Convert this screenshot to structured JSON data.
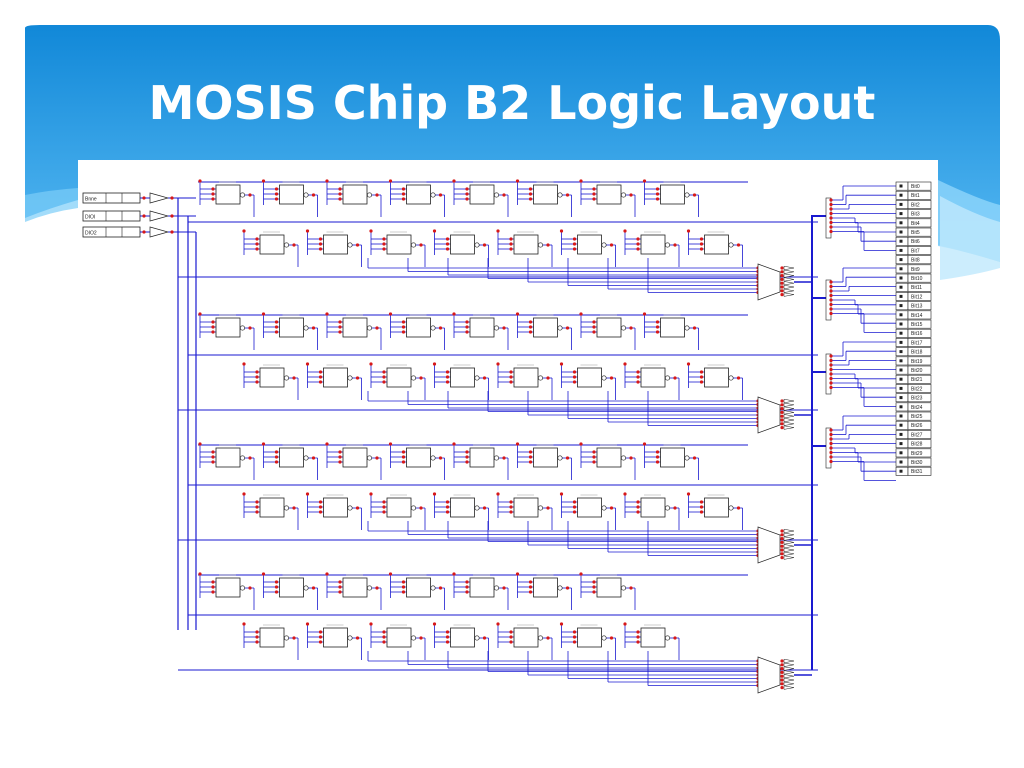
{
  "slide": {
    "title": "MOSIS Chip B2 Logic Layout"
  },
  "colors": {
    "header_top": "#1188d8",
    "header_bottom": "#56b8f2",
    "wave_light": "#8fd6fb",
    "wire_blue": "#1a1ad0",
    "junction_red": "#d81818",
    "gate_black": "#222222"
  },
  "schematic": {
    "description_hidden": "",
    "inputs": [
      {
        "label": "Bnne"
      },
      {
        "label": "DIOI"
      },
      {
        "label": "DIO2"
      }
    ],
    "output_ports": [
      "Bit0",
      "Bit1",
      "Bit2",
      "Bit3",
      "Bit4",
      "Bit5",
      "Bit6",
      "Bit7",
      "Bit8",
      "Bit9",
      "Bit10",
      "Bit11",
      "Bit12",
      "Bit13",
      "Bit14",
      "Bit15",
      "Bit16",
      "Bit17",
      "Bit18",
      "Bit19",
      "Bit20",
      "Bit21",
      "Bit22",
      "Bit23",
      "Bit24",
      "Bit25",
      "Bit26",
      "Bit27",
      "Bit28",
      "Bit29",
      "Bit30",
      "Bit31"
    ],
    "blocks": [
      {
        "top_count": 8,
        "bottom_count": 8
      },
      {
        "top_count": 8,
        "bottom_count": 8
      },
      {
        "top_count": 8,
        "bottom_count": 8
      },
      {
        "top_count": 7,
        "bottom_count": 7
      }
    ]
  }
}
